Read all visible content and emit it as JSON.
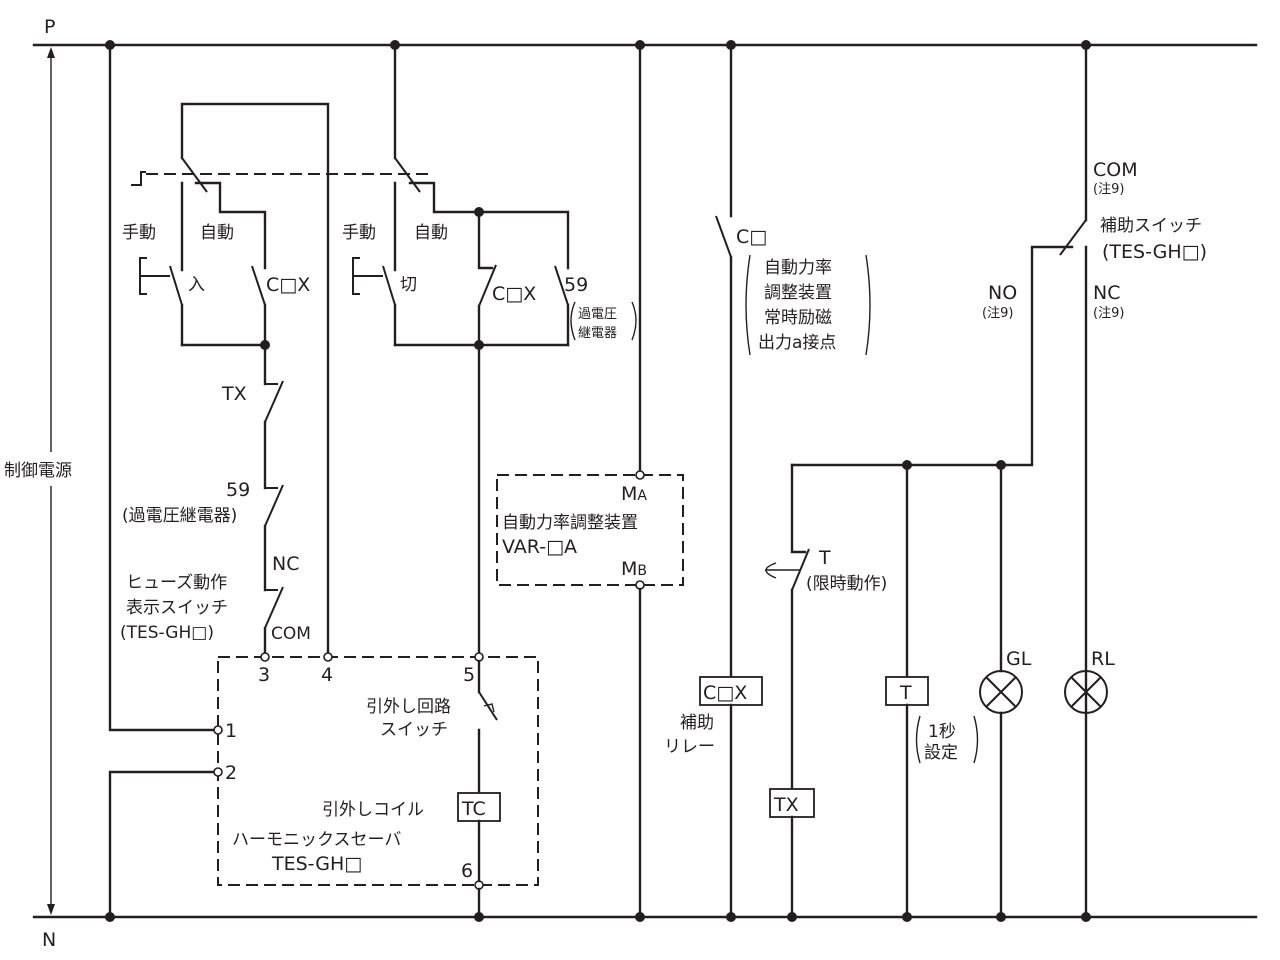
{
  "diagram": {
    "type": "control-circuit-schematic",
    "rails": {
      "positive": "P",
      "negative": "N",
      "supply_label": "制御電源"
    },
    "manual_auto_switch_1": {
      "manual": "手動",
      "auto": "自動",
      "manual_contact": "入",
      "auto_contact": "C□X"
    },
    "manual_auto_switch_2": {
      "manual": "手動",
      "auto": "自動",
      "manual_contact": "切",
      "auto_contact": "C□X",
      "ovr_number": "59",
      "ovr_name_line1": "過電圧",
      "ovr_name_line2": "継電器"
    },
    "series_contacts": {
      "tx": "TX",
      "ovr_number": "59",
      "ovr_name": "(過電圧継電器)",
      "fuse_nc": "NC",
      "fuse_line1": "ヒューズ動作",
      "fuse_line2": "表示スイッチ",
      "fuse_line3": "(TES-GH□)",
      "fuse_com": "COM"
    },
    "harmonic_saver": {
      "terminals": [
        "1",
        "2",
        "3",
        "4",
        "5",
        "6"
      ],
      "trip_switch_line1": "引外し回路",
      "trip_switch_line2": "スイッチ",
      "trip_coil_label": "引外しコイル",
      "trip_coil": "TC",
      "name_line1": "ハーモニックスセーバ",
      "name_line2": "TES-GH□"
    },
    "var_controller": {
      "terminal_a": "M",
      "terminal_a_sub": "A",
      "terminal_b": "M",
      "terminal_b_sub": "B",
      "name": "自動力率調整装置",
      "model": "VAR-□A"
    },
    "capacitor_contact": {
      "label": "C□",
      "note_lines": [
        "自動力率",
        "調整装置",
        "常時励磁",
        "出力a接点"
      ]
    },
    "aux_relay": {
      "coil": "C□X",
      "label_line1": "補助",
      "label_line2": "リレー"
    },
    "timer_contact": {
      "label": "T",
      "note": "(限時動作)"
    },
    "tx_relay": {
      "coil": "TX"
    },
    "timer": {
      "coil": "T",
      "note_line1": "1秒",
      "note_line2": "設定"
    },
    "lamps": [
      {
        "label": "GL"
      },
      {
        "label": "RL"
      }
    ],
    "aux_switch": {
      "com": "COM",
      "com_note": "(注9)",
      "name": "補助スイッチ",
      "model": "(TES-GH□)",
      "no": "NO",
      "no_note": "(注9)",
      "nc": "NC",
      "nc_note": "(注9)"
    }
  }
}
